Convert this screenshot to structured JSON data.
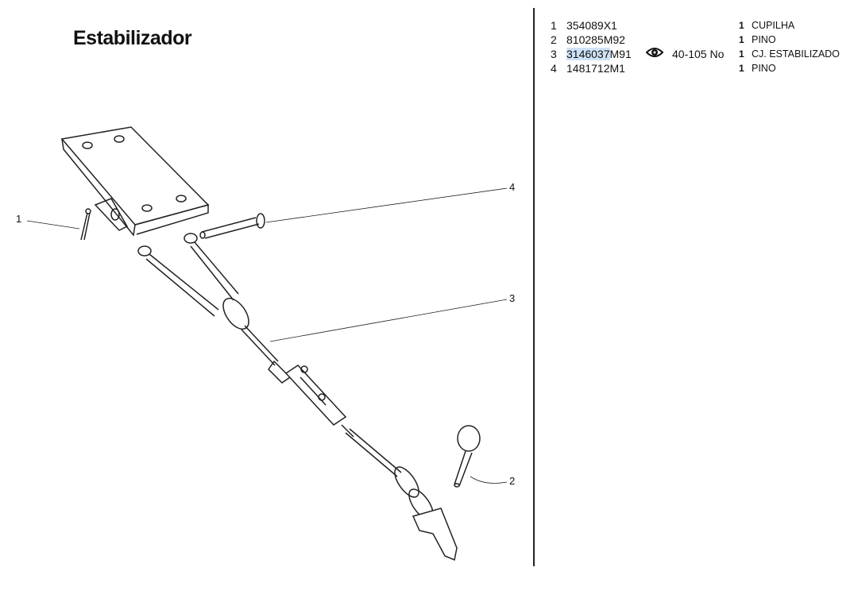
{
  "title": "Estabilizador",
  "parts": [
    {
      "item": "1",
      "part_highlight": "",
      "part_rest": "354089X1",
      "note": "",
      "qty": "1",
      "description": "CUPILHA"
    },
    {
      "item": "2",
      "part_highlight": "",
      "part_rest": "810285M92",
      "note": "",
      "qty": "1",
      "description": "PINO"
    },
    {
      "item": "3",
      "part_highlight": "3146037",
      "part_rest": "M91",
      "note": "40-105 No",
      "qty": "1",
      "description": "CJ. ESTABILIZADO"
    },
    {
      "item": "4",
      "part_highlight": "",
      "part_rest": "1481712M1",
      "note": "",
      "qty": "1",
      "description": "PINO"
    }
  ],
  "callouts": [
    "1",
    "2",
    "3",
    "4"
  ]
}
